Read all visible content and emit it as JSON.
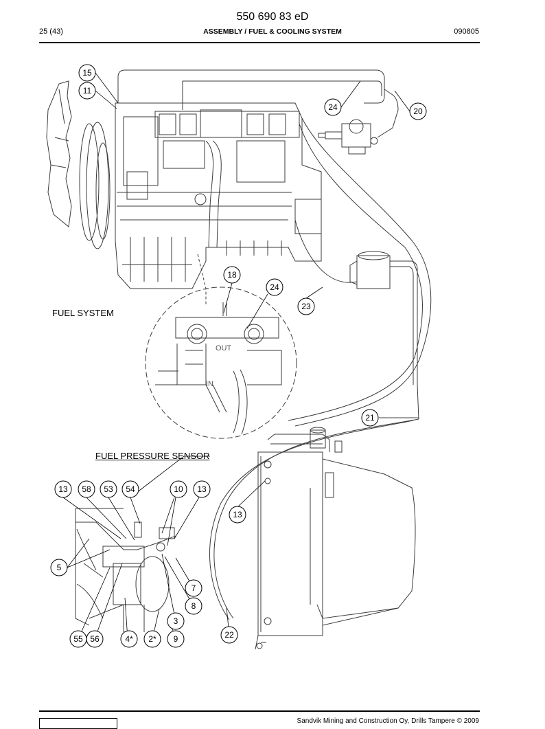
{
  "header": {
    "doc_number": "550 690 83 eD",
    "page": "25 (43)",
    "section": "ASSEMBLY / FUEL & COOLING SYSTEM",
    "date_code": "090805"
  },
  "labels": {
    "fuel_system": "FUEL SYSTEM",
    "fuel_pressure_sensor": "FUEL PRESSURE SENSOR",
    "port_out": "OUT",
    "port_in": "IN"
  },
  "callouts": [
    {
      "id": "c15",
      "text": "15"
    },
    {
      "id": "c11",
      "text": "11"
    },
    {
      "id": "c24a",
      "text": "24"
    },
    {
      "id": "c20",
      "text": "20"
    },
    {
      "id": "c18",
      "text": "18"
    },
    {
      "id": "c24b",
      "text": "24"
    },
    {
      "id": "c23",
      "text": "23"
    },
    {
      "id": "c21",
      "text": "21"
    },
    {
      "id": "c13a",
      "text": "13"
    },
    {
      "id": "c58",
      "text": "58"
    },
    {
      "id": "c53",
      "text": "53"
    },
    {
      "id": "c54",
      "text": "54"
    },
    {
      "id": "c10",
      "text": "10"
    },
    {
      "id": "c13b",
      "text": "13"
    },
    {
      "id": "c13c",
      "text": "13"
    },
    {
      "id": "c5",
      "text": "5"
    },
    {
      "id": "c7",
      "text": "7"
    },
    {
      "id": "c8",
      "text": "8"
    },
    {
      "id": "c3",
      "text": "3"
    },
    {
      "id": "c22",
      "text": "22"
    },
    {
      "id": "c55",
      "text": "55"
    },
    {
      "id": "c56",
      "text": "56"
    },
    {
      "id": "c4",
      "text": "4*"
    },
    {
      "id": "c2",
      "text": "2*"
    },
    {
      "id": "c9",
      "text": "9"
    }
  ],
  "footer": {
    "copyright": "Sandvik Mining and Construction Oy, Drills Tampere © 2009"
  },
  "colors": {
    "ink": "#000000",
    "paper": "#ffffff",
    "line_art": "#3a3a3a"
  }
}
